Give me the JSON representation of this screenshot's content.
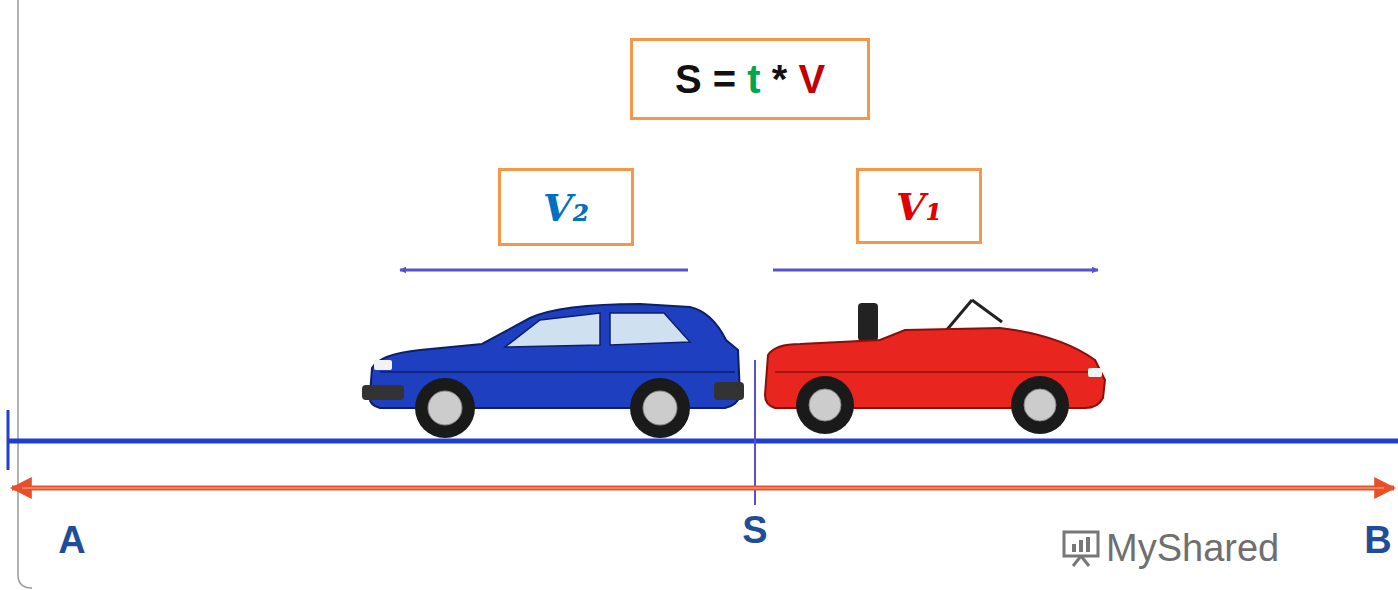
{
  "diagram": {
    "nodes": [
      {
        "text": [
          "S = t * V"
        ]
      },
      {
        "text": [
          "V₂"
        ]
      },
      {
        "text": [
          "V₁"
        ]
      }
    ],
    "labels": [
      "A",
      "S",
      "B",
      "MyShared"
    ]
  }
}
